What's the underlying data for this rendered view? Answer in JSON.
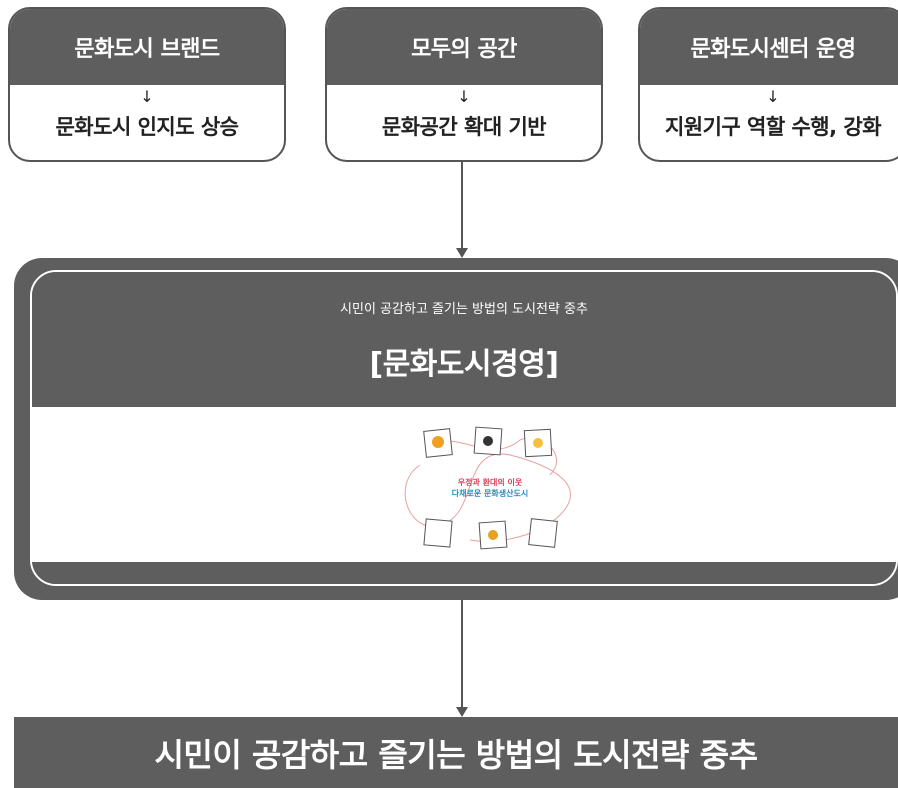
{
  "top_boxes": [
    {
      "title": "문화도시 브랜드",
      "arrow": "↓",
      "result": "문화도시 인지도 상승"
    },
    {
      "title": "모두의 공간",
      "arrow": "↓",
      "result": "문화공간 확대 기반"
    },
    {
      "title": "문화도시센터 운영",
      "arrow": "↓",
      "result": "지원기구 역할 수행, 강화"
    }
  ],
  "central": {
    "subtitle": "시민이 공감하고 즐기는 방법의 도시전략 중추",
    "title": "[문화도시경영]",
    "image_text_line1": "우정과 환대의 이웃",
    "image_text_line2": "다채로운 문화생산도시"
  },
  "bottom_banner": "시민이 공감하고 즐기는 방법의 도시전략 중추",
  "colors": {
    "panel": "#5e5e5e",
    "border": "#555555",
    "line": "#e8a0a0"
  }
}
